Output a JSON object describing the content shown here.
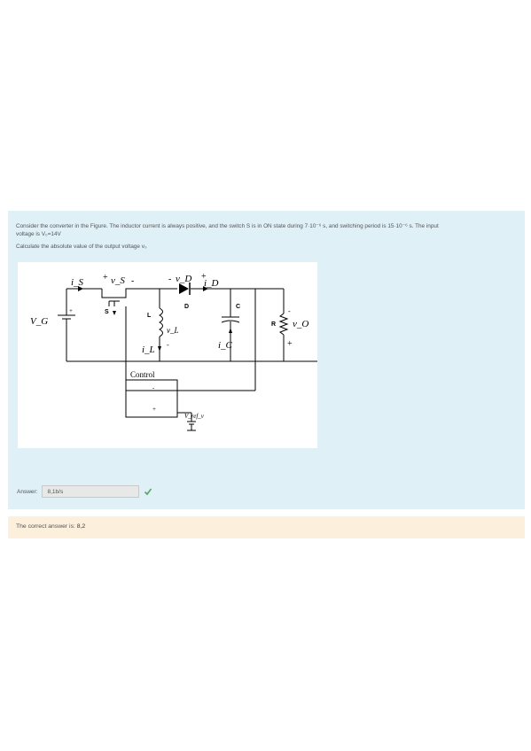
{
  "question": {
    "line1": "Consider the converter in the Figure. The inductor current is always positive, and the switch S is in ON state during 7·10⁻⁶ s, and switching period is 15·10⁻⁶ s. The input",
    "line2": "voltage is V₀=14V",
    "line3": "Calculate the absolute value of the output voltage v₀"
  },
  "figure": {
    "labels": {
      "is": "i_S",
      "vs_plus": "+",
      "vs": "v_S",
      "vs_minus": "-",
      "vd_minus": "-",
      "vd": "v_D",
      "vd_plus": "+",
      "id": "i_D",
      "vg": "V_G",
      "vg_plus": "+",
      "switch": "S",
      "diode": "D",
      "inductor": "L",
      "vl": "v_L",
      "vl_minus": "-",
      "il": "i_L",
      "capacitor": "C",
      "ic": "i_C",
      "resistor": "R",
      "vo": "v_O",
      "vo_minus": "-",
      "vo_plus": "+",
      "control": "Control",
      "ctrl_minus": "-",
      "ctrl_plus": "+",
      "vref": "V_ref_v"
    }
  },
  "answer": {
    "label": "Answer:",
    "value": "8,1b/s"
  },
  "feedback": {
    "text": "The correct answer is: ",
    "value": "8,2"
  },
  "colors": {
    "question_bg": "#dff0f6",
    "feedback_bg": "#fcefdc",
    "check": "#5aa06b"
  }
}
